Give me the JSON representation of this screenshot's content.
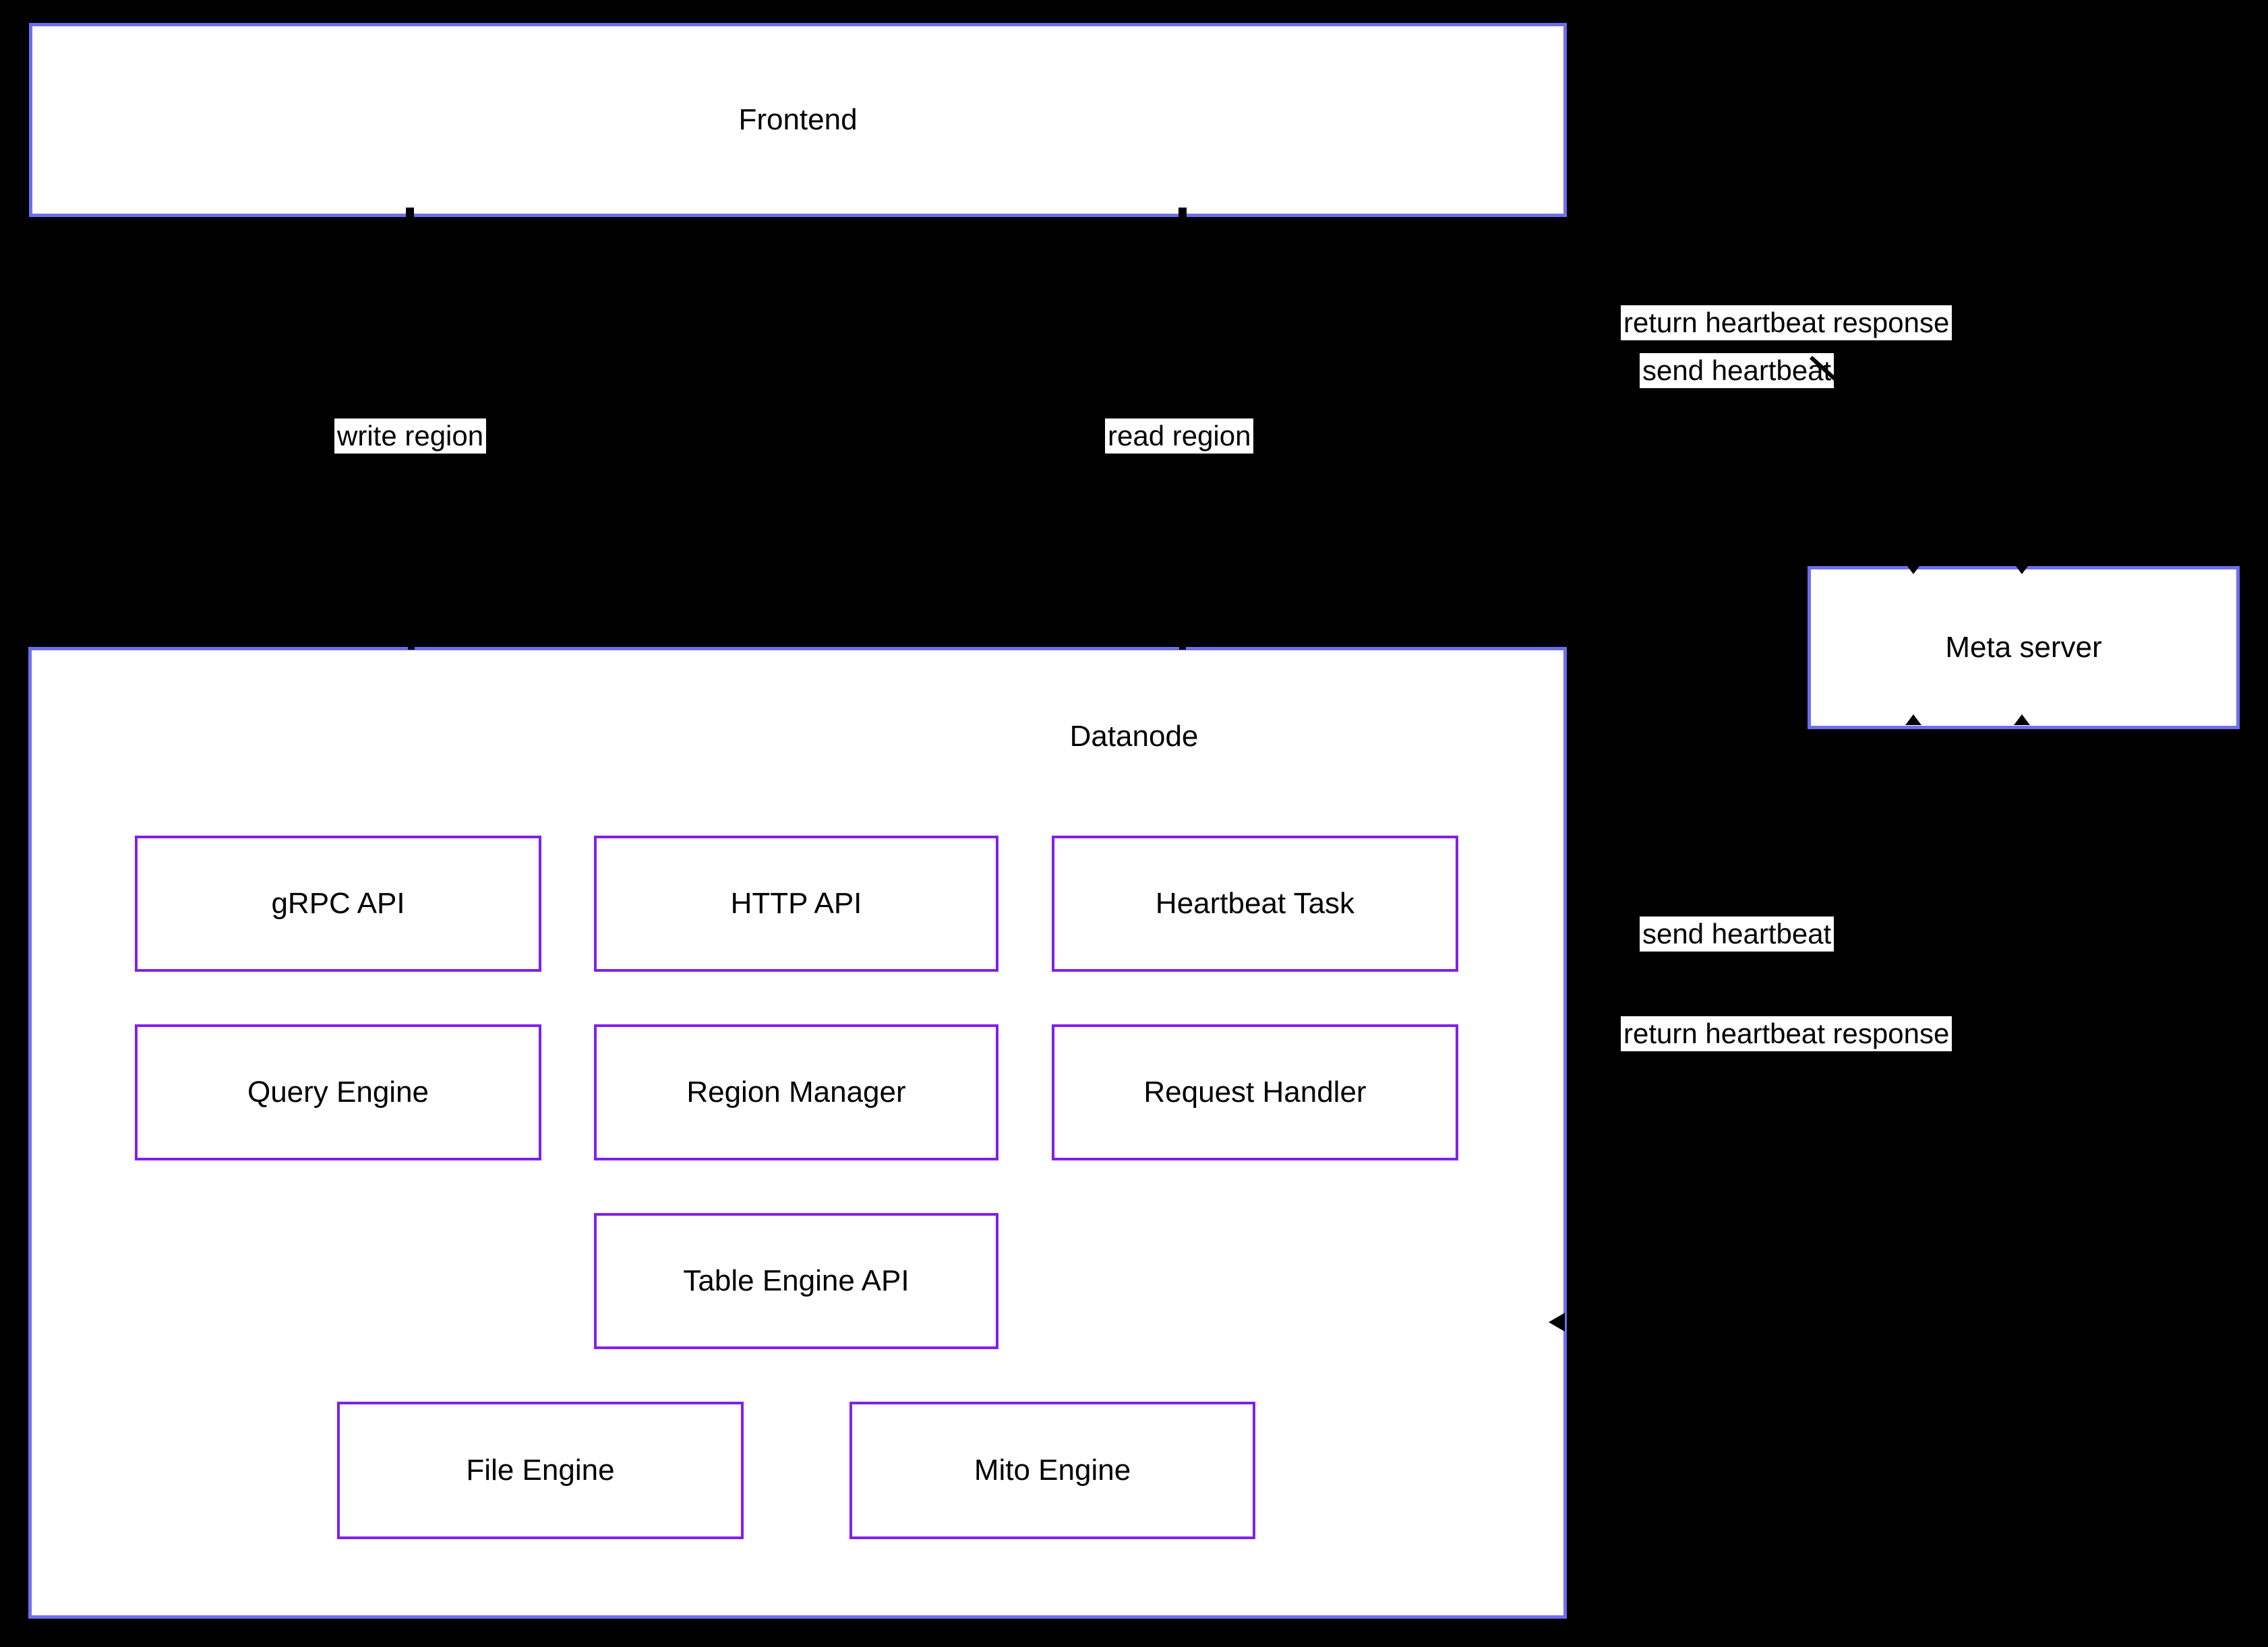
{
  "diagram": {
    "frontend": {
      "label": "Frontend"
    },
    "datanode": {
      "label": "Datanode",
      "components": [
        {
          "id": "grpc-api",
          "label": "gRPC API"
        },
        {
          "id": "http-api",
          "label": "HTTP API"
        },
        {
          "id": "heartbeat-task",
          "label": "Heartbeat Task"
        },
        {
          "id": "query-engine",
          "label": "Query Engine"
        },
        {
          "id": "region-manager",
          "label": "Region Manager"
        },
        {
          "id": "request-handler",
          "label": "Request Handler"
        },
        {
          "id": "table-engine-api",
          "label": "Table Engine API"
        },
        {
          "id": "file-engine",
          "label": "File Engine"
        },
        {
          "id": "mito-engine",
          "label": "Mito Engine"
        }
      ]
    },
    "meta_server": {
      "label": "Meta server"
    },
    "edge_labels": {
      "return_heartbeat_top": "return heartbeat response",
      "send_heartbeat_top": "send heartbeat",
      "write_region": "write region",
      "read_region": "read region",
      "send_heartbeat_datanode": "send heartbeat",
      "return_heartbeat_datanode": "return heartbeat response"
    },
    "colors": {
      "background": "#000000",
      "node_border_blue": "#6e6ef2",
      "component_border_purple": "#8220ea",
      "node_fill": "#ffffff",
      "text": "#000000"
    }
  }
}
